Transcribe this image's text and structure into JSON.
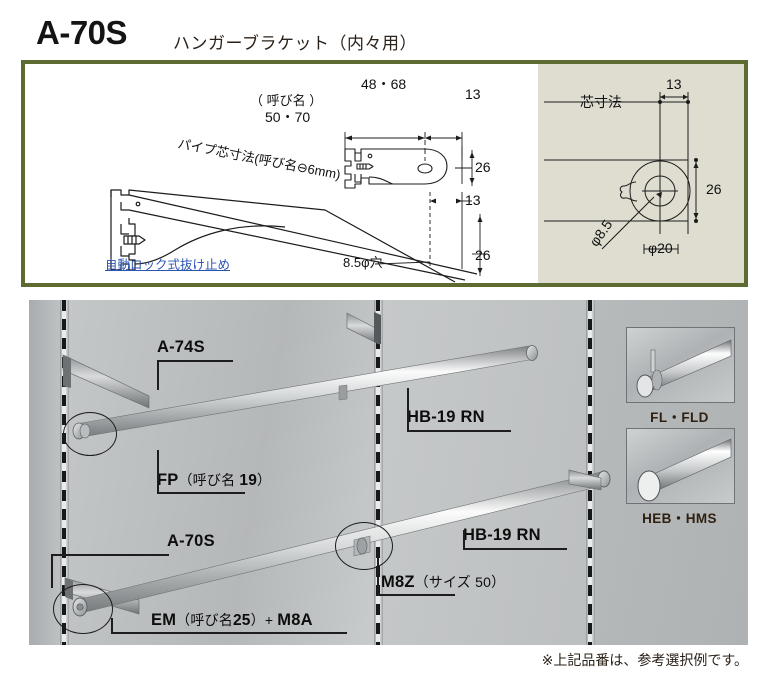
{
  "header": {
    "code": "A-70S",
    "name": "ハンガーブラケット（内々用）"
  },
  "drawing": {
    "border_color": "#5d6b32",
    "right_panel_bg": "#dfddd0",
    "left_view": {
      "callout_nominal": "（ 呼び名 ）",
      "callout_nominal_values": "50・70",
      "pipe_center_dim": "パイプ芯寸法(呼び名⊖6mm)",
      "auto_lock_label": "自動ロック式抜け止め",
      "auto_lock_color": "#2b55b5",
      "hole_label": "8.5φ穴",
      "dim_length": "48・68",
      "dim_13_top": "13",
      "dim_26_top": "26",
      "dim_13_bottom": "13",
      "dim_26_bottom": "26"
    },
    "right_view": {
      "title": "芯寸法",
      "dim_13": "13",
      "dim_26": "26",
      "dim_phi85": "φ8.5",
      "dim_phi20": "φ20"
    }
  },
  "photo": {
    "labels": [
      {
        "id": "a-74s",
        "main": "A-74S",
        "sub": ""
      },
      {
        "id": "fp",
        "main": "FP",
        "sub": "（呼び名 ",
        "subb": "19",
        "sub_end": "）"
      },
      {
        "id": "hb19rn-upper",
        "main": "HB-19 RN",
        "sub": ""
      },
      {
        "id": "a-70s",
        "main": "A-70S",
        "sub": ""
      },
      {
        "id": "hb19rn-lower",
        "main": "HB-19 RN",
        "sub": ""
      },
      {
        "id": "m8z",
        "main": "M8Z",
        "sub": "（サイズ ",
        "subb": "50",
        "sub_end": "）"
      },
      {
        "id": "em-m8a",
        "main": "EM",
        "sub": "（呼び名",
        "subb": "25",
        "sub_end": "）+ ",
        "main2": "M8A"
      }
    ],
    "label_a74s": "A-74S",
    "label_fp_main": "FP",
    "label_fp_sub_open": "（呼び名 ",
    "label_fp_sub_num": "19",
    "label_fp_sub_close": "）",
    "label_hb19rn_upper": "HB-19 RN",
    "label_hb19rn_lower": "HB-19 RN",
    "label_a70s": "A-70S",
    "label_m8z_main": "M8Z",
    "label_m8z_sub_open": "（サイズ ",
    "label_m8z_sub_num": "50",
    "label_m8z_sub_close": "）",
    "label_em_main": "EM",
    "label_em_sub_open": "（呼び名",
    "label_em_sub_num": "25",
    "label_em_sub_close": "）+ ",
    "label_em_main2": "M8A",
    "thumbnails": [
      {
        "caption": "FL・FLD"
      },
      {
        "caption": "HEB・HMS"
      }
    ]
  },
  "footnote": "※上記品番は、参考選択例です。"
}
